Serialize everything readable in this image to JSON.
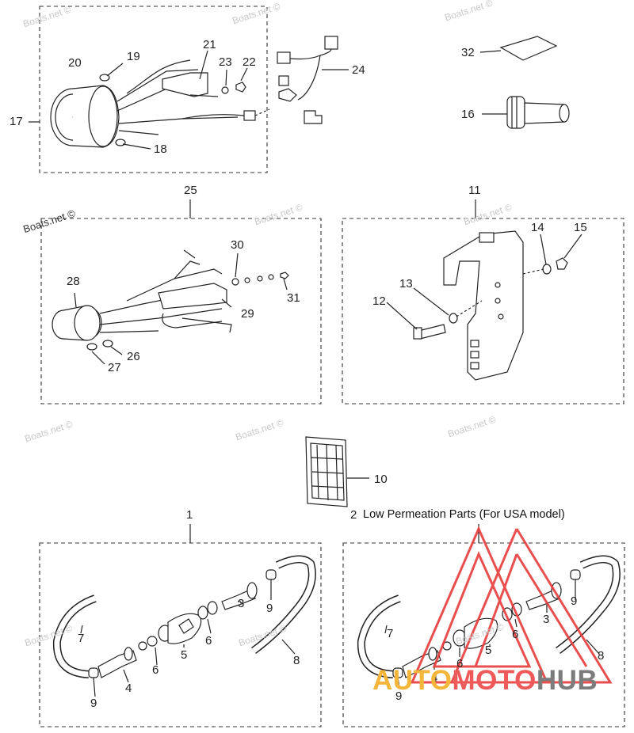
{
  "diagram": {
    "parts": {
      "p1": "1",
      "p2": "2",
      "p3": "3",
      "p4": "4",
      "p5": "5",
      "p6": "6",
      "p7": "7",
      "p8": "8",
      "p9": "9",
      "p10": "10",
      "p11": "11",
      "p12": "12",
      "p13": "13",
      "p14": "14",
      "p15": "15",
      "p16": "16",
      "p17": "17",
      "p18": "18",
      "p19": "19",
      "p20": "20",
      "p21": "21",
      "p22": "22",
      "p23": "23",
      "p24": "24",
      "p25": "25",
      "p26": "26",
      "p27": "27",
      "p28": "28",
      "p29": "29",
      "p30": "30",
      "p31": "31",
      "p32": "32"
    },
    "low_permeation_note": "Low Permeation Parts (For USA model)",
    "watermark": "Boats.net ©"
  },
  "logo": {
    "text_auto": "AUTO",
    "text_moto": "MOTO",
    "text_hub": "HUB",
    "colors": {
      "auto": "#f4b63a",
      "moto": "#ee5a5a",
      "hub": "#7c7c7c",
      "triangle": "#e83c3c"
    }
  }
}
